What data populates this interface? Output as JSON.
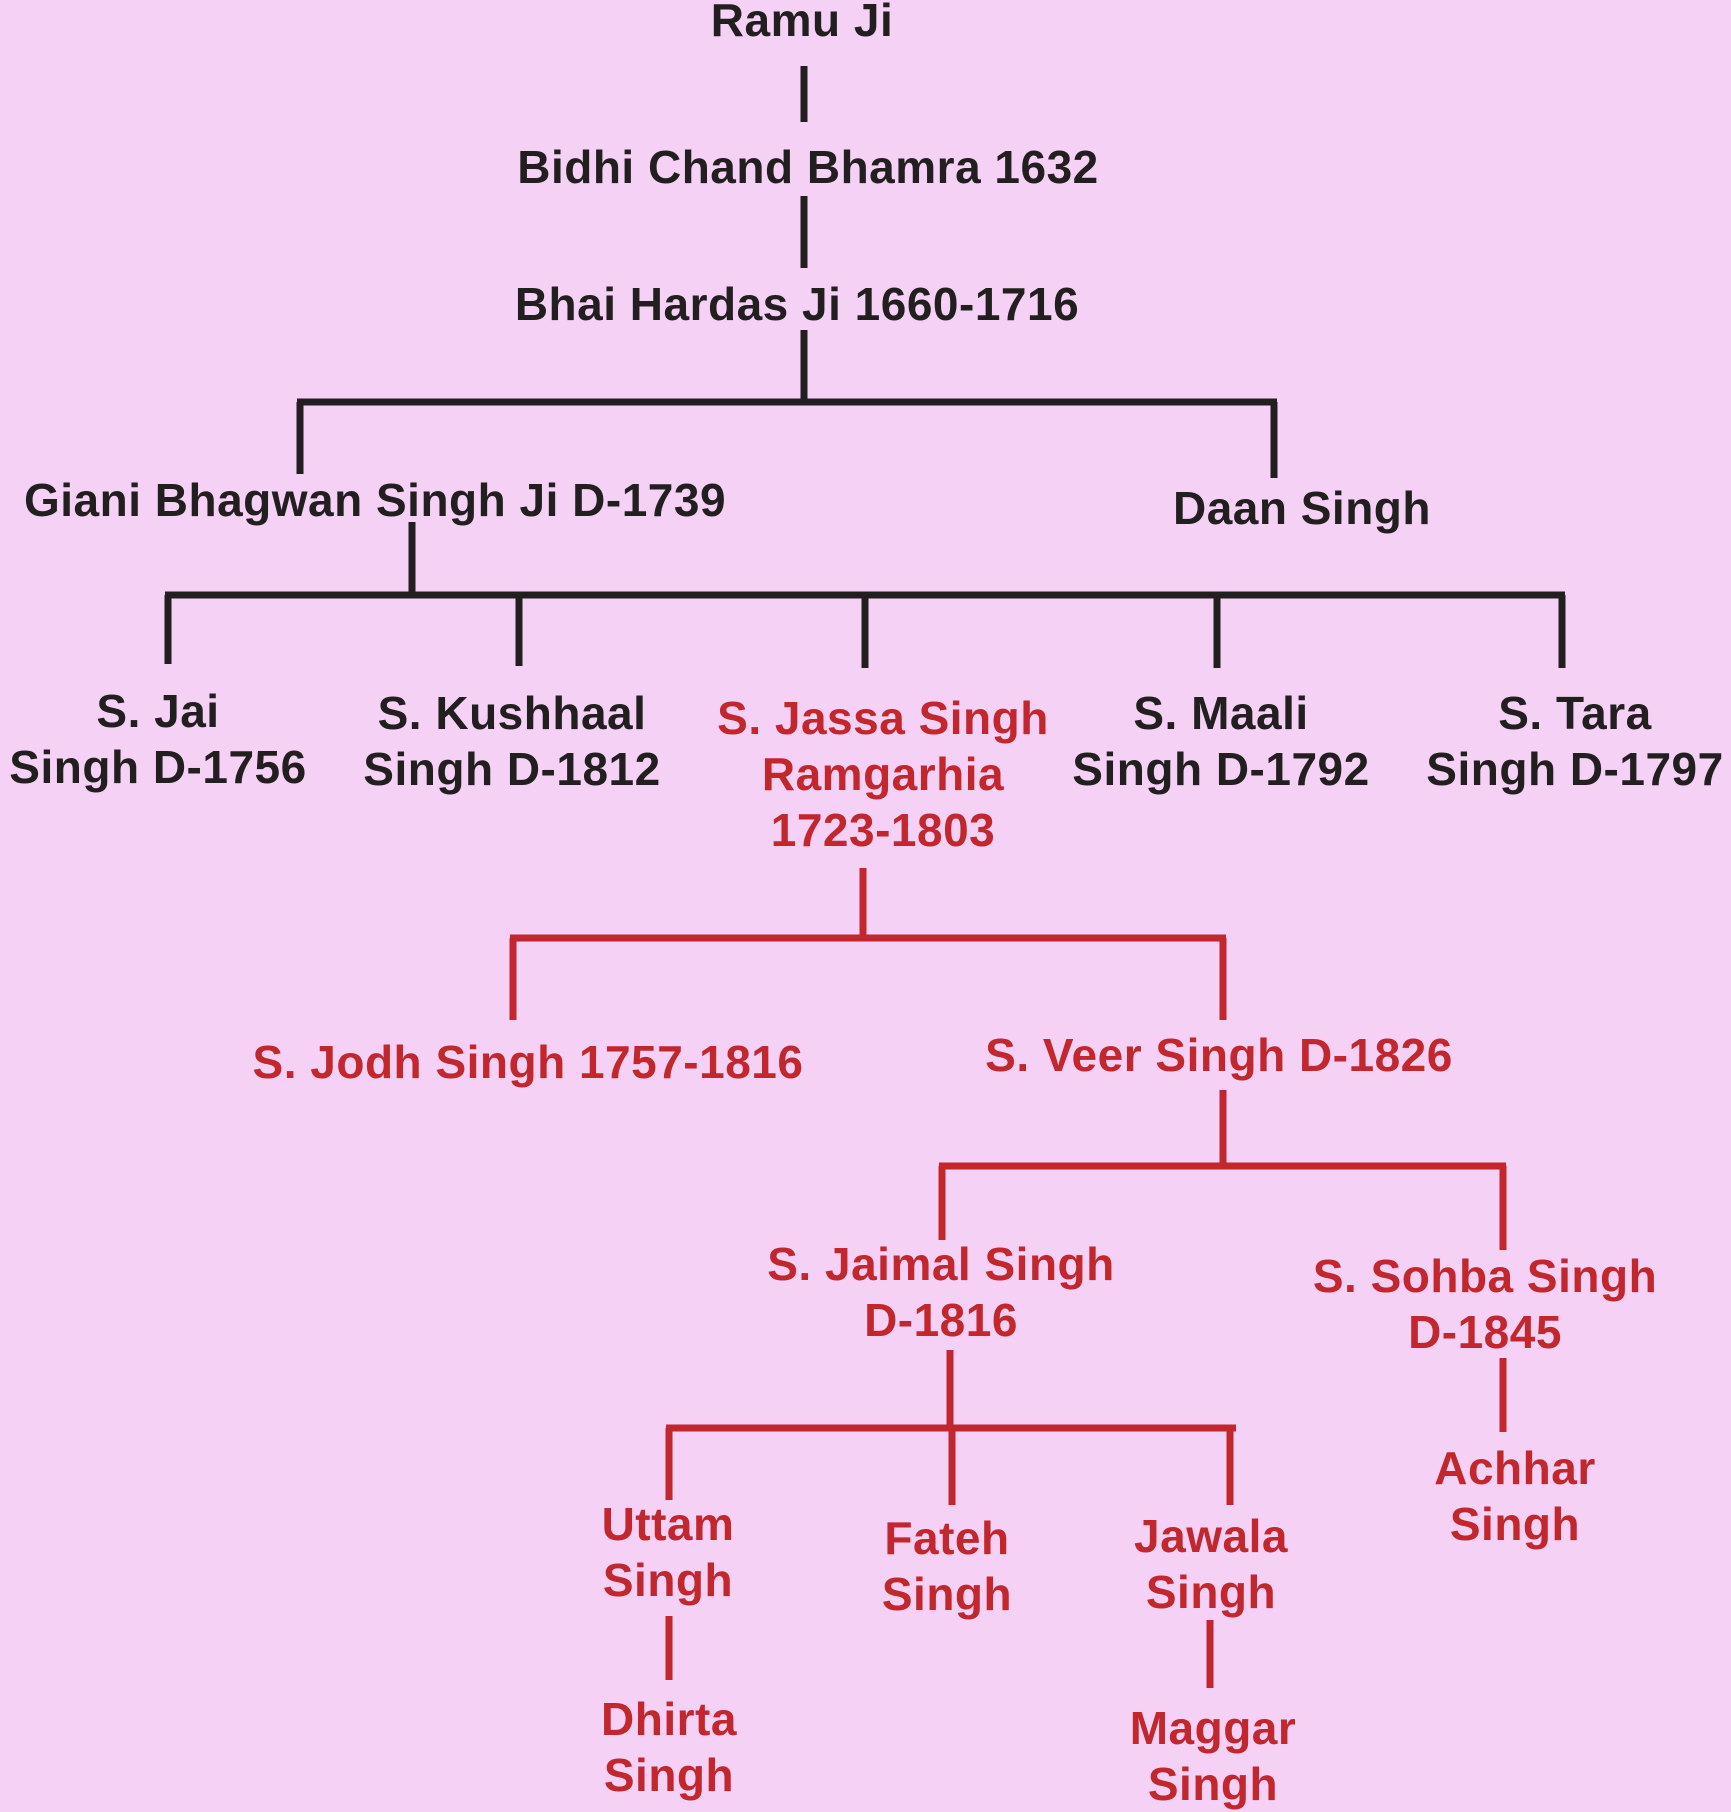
{
  "colors": {
    "background": "#f4d1f5",
    "dark_text": "#231f20",
    "highlight_red": "#c1272d"
  },
  "tree": {
    "ramu": "Ramu Ji",
    "bidhi_chand": "Bidhi Chand Bhamra 1632",
    "hardas": "Bhai Hardas Ji 1660-1716",
    "bhagwan_singh": "Giani Bhagwan Singh Ji D-1739",
    "daan_singh": "Daan Singh",
    "jai_singh": [
      "S. Jai",
      "Singh D-1756"
    ],
    "kushhaal_singh": [
      "S. Kushhaal",
      "Singh D-1812"
    ],
    "jassa_singh": [
      "S. Jassa Singh",
      "Ramgarhia",
      "1723-1803"
    ],
    "maali_singh": [
      "S. Maali",
      "Singh D-1792"
    ],
    "tara_singh": [
      "S. Tara",
      "Singh D-1797"
    ],
    "jodh_singh": "S. Jodh Singh 1757-1816",
    "veer_singh": "S. Veer Singh D-1826",
    "jaimal_singh": [
      "S. Jaimal Singh",
      "D-1816"
    ],
    "sohba_singh": [
      "S. Sohba Singh",
      "D-1845"
    ],
    "uttam_singh": [
      "Uttam",
      "Singh"
    ],
    "fateh_singh": [
      "Fateh",
      "Singh"
    ],
    "jawala_singh": [
      "Jawala",
      "Singh"
    ],
    "achhar_singh": [
      "Achhar",
      "Singh"
    ],
    "dhirta_singh": [
      "Dhirta",
      "Singh"
    ],
    "maggar_singh": [
      "Maggar",
      "Singh"
    ]
  }
}
